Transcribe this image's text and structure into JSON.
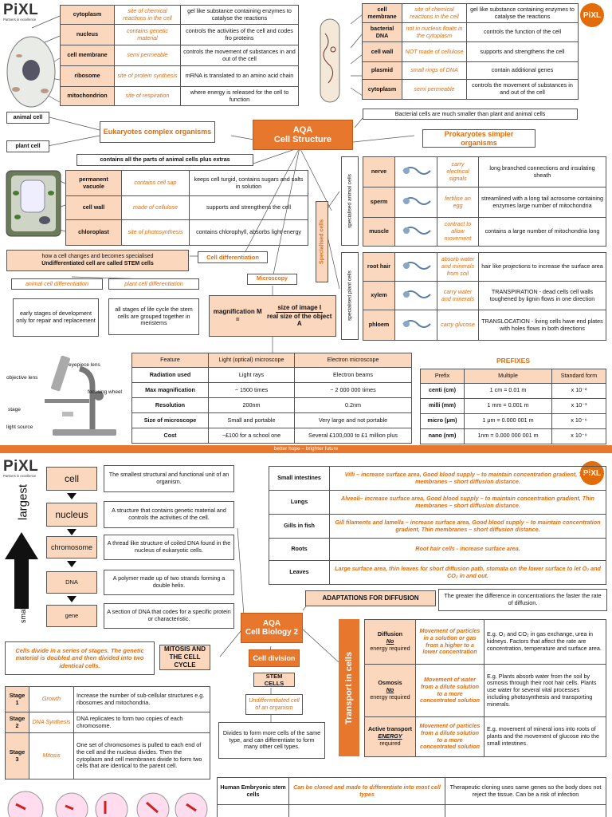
{
  "colors": {
    "orange": "#e8772e",
    "peach": "#fbd7bd",
    "accent_text": "#e36c0a"
  },
  "logo": {
    "text": "PiXL",
    "tagline": "Partners in excellence",
    "circle_text": "PiXL"
  },
  "p1": {
    "animal_table": [
      {
        "label": "cytoplasm",
        "site": "site of chemical reactions in the cell",
        "desc": "gel like substance containing enzymes to catalyse the reactions"
      },
      {
        "label": "nucleus",
        "site": "contains genetic material",
        "desc": "controls the activities of the cell and codes fro proteins"
      },
      {
        "label": "cell membrane",
        "site": "semi permeable",
        "desc": "controls the movement of substances in and out of the cell"
      },
      {
        "label": "ribosome",
        "site": "site of protein synthesis",
        "desc": "mRNA is translated to an amino acid chain"
      },
      {
        "label": "mitochondrion",
        "site": "site of respiration",
        "desc": "where energy is released for the cell to function"
      }
    ],
    "bact_table": [
      {
        "label": "cell membrane",
        "site": "site of chemical reactions in the cell",
        "desc": "gel like substance containing enzymes to catalyse the reactions"
      },
      {
        "label": "bacterial DNA",
        "site": "not in nucleus floats in the cytoplasm",
        "desc": "controls the function of the cell"
      },
      {
        "label": "cell wall",
        "site": "NOT made of cellulose",
        "desc": "supports and strengthens the cell"
      },
      {
        "label": "plasmid",
        "site": "small rings of DNA",
        "desc": "contain additional genes"
      },
      {
        "label": "cytoplasm",
        "site": "semi permeable",
        "desc": "controls the movement of substances in and out of the cell"
      }
    ],
    "bact_note": "Bacterial cells are much smaller than plant and animal cells",
    "animal_cell": "animal cell",
    "plant_cell": "plant cell",
    "euk": "Eukaryotes complex organisms",
    "pro": "Prokaryotes simpler organisms",
    "center_aqa": "AQA",
    "center_title": "Cell Structure",
    "plant_extra": "contains all the parts of animal cells plus extras",
    "plant_table": [
      {
        "label": "permanent vacuole",
        "site": "contains cell sap",
        "desc": "keeps cell turgid, contains sugars and salts in solution"
      },
      {
        "label": "cell wall",
        "site": "made of cellulose",
        "desc": "supports and strengthens the cell"
      },
      {
        "label": "chloroplast",
        "site": "site of photosynthesis",
        "desc": "contains chlorophyll, absorbs light energy"
      }
    ],
    "spec_cells": "Specialised cells",
    "spec_animal": "specialised animal cells",
    "spec_plant": "specialised plant cells",
    "animal_spec": [
      {
        "label": "nerve",
        "site": "carry electrical signals",
        "desc": "long branched connections and insulating sheath"
      },
      {
        "label": "sperm",
        "site": "fertilise an egg",
        "desc": "streamlined with a long tail acrosome containing enzymes large number of mitochondria"
      },
      {
        "label": "muscle",
        "site": "contract to allow movement",
        "desc": "contains a large number of mitochondria long"
      }
    ],
    "plant_spec": [
      {
        "label": "root hair",
        "site": "absorb water and minerals from soil",
        "desc": "hair like projections to increase the surface area"
      },
      {
        "label": "xylem",
        "site": "carry water and minerals",
        "desc": "TRANSPIRATION - dead cells cell walls toughened by lignin flows in one direction"
      },
      {
        "label": "phloem",
        "site": "carry glucose",
        "desc": "TRANSLOCATION - living cells have end plates with holes flows in both directions"
      }
    ],
    "diff_text1": "how a cell changes and becomes specialised",
    "diff_text2": "Undifferentiated cell are called STEM cells",
    "diff_label": "Cell differentiation",
    "animal_diff": "animal cell differentiation",
    "plant_diff": "plant cell differentiation",
    "animal_diff_desc": "early stages of development only for repair and replacement",
    "plant_diff_desc": "all stages of life cycle the stem cells are grouped together in meristems",
    "microscopy": "Microscopy",
    "mag_lhs": "magnification M =",
    "mag_num": "size of image I",
    "mag_den": "real size of the object A",
    "micro_labels": {
      "eyepiece": "eyepiece lens",
      "objective": "objective lens",
      "focusing": "focusing wheel",
      "stage": "stage",
      "light": "light source"
    },
    "micro_table": {
      "head": [
        "Feature",
        "Light (optical) microscope",
        "Electron microscope"
      ],
      "rows": [
        [
          "Radiation used",
          "Light rays",
          "Electron beams"
        ],
        [
          "Max magnification",
          "~ 1500 times",
          "~ 2 000 000 times"
        ],
        [
          "Resolution",
          "200nm",
          "0.2nm"
        ],
        [
          "Size of microscope",
          "Small and portable",
          "Very large and not portable"
        ],
        [
          "Cost",
          "~£100 for a school one",
          "Several £100,000 to £1 million plus"
        ]
      ]
    },
    "prefix": {
      "title": "PREFIXES",
      "head": [
        "Prefix",
        "Multiple",
        "Standard form"
      ],
      "rows": [
        [
          "centi (cm)",
          "1 cm = 0.01 m",
          "x 10⁻²"
        ],
        [
          "milli (mm)",
          "1 mm = 0.001 m",
          "x 10⁻³"
        ],
        [
          "micro (μm)",
          "1 μm = 0.000 001 m",
          "x 10⁻⁶"
        ],
        [
          "nano (nm)",
          "1nm = 0.000 000 001 m",
          "x 10⁻⁹"
        ]
      ]
    }
  },
  "banner": "better hope – brighter future",
  "p2": {
    "largest": "largest",
    "smallest": "smallest",
    "hier": [
      {
        "label": "cell",
        "desc": "The smallest structural and functional unit of an organism."
      },
      {
        "label": "nucleus",
        "desc": "A structure that contains genetic material and controls the activities of the cell."
      },
      {
        "label": "chromosome",
        "desc": "A thread like structure of coiled DNA found in the nucleus of eukaryotic cells."
      },
      {
        "label": "DNA",
        "desc": "A polymer made up of two strands forming a double helix."
      },
      {
        "label": "gene",
        "desc": "A section of DNA that codes for a specific protein or characteristic."
      }
    ],
    "cell_divide": "Cells divide in a series of stages. The genetic material is doubled and then divided into two identical cells.",
    "mitosis": "MITOSIS AND THE CELL CYCLE",
    "center_aqa": "AQA",
    "center_title": "Cell Biology 2",
    "cell_division": "Cell division",
    "stem_cells": "STEM CELLS",
    "undiff": "Undifferentiated cell of an organism",
    "divides": "Divides to form more cells of the same type, and can differentiate to form many other cell types.",
    "stages": [
      {
        "stage": "Stage 1",
        "name": "Growth",
        "desc": "Increase the number of sub-cellular structures e.g. ribosomes and mitochondria."
      },
      {
        "stage": "Stage 2",
        "name": "DNA Synthesis",
        "desc": "DNA replicates to form two copies of each chromosome."
      },
      {
        "stage": "Stage 3",
        "name": "Mitosis",
        "desc": "One set of chromosomes is pulled to each end of the cell and the nucleus divides. Then the cytoplasm and cell membranes divide to form two cells that are identical to the parent cell."
      }
    ],
    "adapt": [
      {
        "label": "Small intestines",
        "desc": "Villi – increase surface area, Good blood supply – to maintain concentration gradient, Thin membranes – short diffusion distance."
      },
      {
        "label": "Lungs",
        "desc": "Alveoli– increase surface area, Good blood supply – to maintain concentration gradient, Thin membranes – short diffusion distance."
      },
      {
        "label": "Gills in fish",
        "desc": "Gill filaments and lamella – increase surface area, Good blood supply – to maintain concentration gradient, Thin membranes – short diffusion distance."
      },
      {
        "label": "Roots",
        "desc": "Root hair cells - increase surface area."
      },
      {
        "label": "Leaves",
        "desc": "Large surface area, thin leaves for short diffusion path, stomata on the lower surface to let O₂ and CO₂ in and out."
      }
    ],
    "adapt_title": "ADAPTATIONS FOR DIFFUSION",
    "adapt_note": "The greater the difference in concentrations the faster the rate of diffusion.",
    "transport_title": "Transport in cells",
    "transport": [
      {
        "l1": "Diffusion",
        "l2": "No",
        "l3": "energy required",
        "def": "Movement of particles in a solution or gas from a higher to a lower concentration",
        "ex": "E.g. O₂ and CO₂ in gas exchange, urea in kidneys. Factors that affect the rate are concentration, temperature and surface area."
      },
      {
        "l1": "Osmosis",
        "l2": "No",
        "l3": "energy required",
        "def": "Movement of water from a dilute solution to a more concentrated solution",
        "ex": "E.g. Plants absorb water from the soil by osmosis through their root hair cells. Plants use water for several vital processes including photosynthesis and transporting minerals."
      },
      {
        "l1": "Active transport",
        "l2": "ENERGY",
        "l3": "required",
        "def": "Movement of particles from a dilute solution to a more concentrated solution",
        "ex": "E.g. movement of mineral ions into roots of plants and the movement of glucose into the small intestines."
      }
    ],
    "stem": {
      "label": "Human Embryonic stem cells",
      "mid": "Can be cloned and made to differentiate into most cell types",
      "desc": "Therapeutic cloning uses same genes so the body does not reject the tissue. Can be a risk of infection"
    }
  }
}
